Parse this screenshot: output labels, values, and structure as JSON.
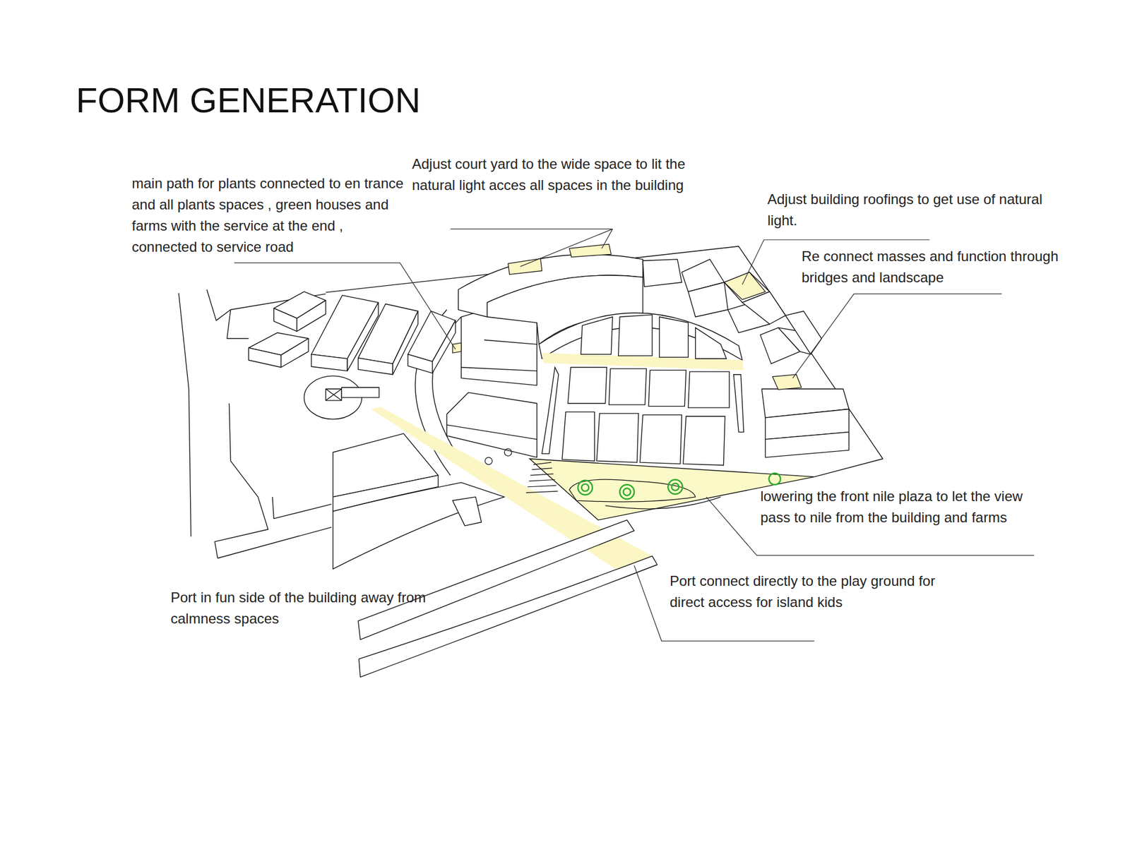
{
  "diagram": {
    "title": "FORM GENERATION",
    "labels": [
      "main path for plants connected to en trance and all plants spaces , green houses and farms with the service at the end , connected to service road",
      "Adjust court yard to the wide space to lit the natural light acces all spaces in the building",
      "Adjust building roofings to get use of natural light.",
      "Re connect masses and function through bridges and landscape",
      "lowering the front nile plaza to let the view pass to nile from the building and farms",
      "Port connect directly to the play ground for direct access for island kids",
      "Port in fun side of the building away from calmness spaces"
    ]
  }
}
